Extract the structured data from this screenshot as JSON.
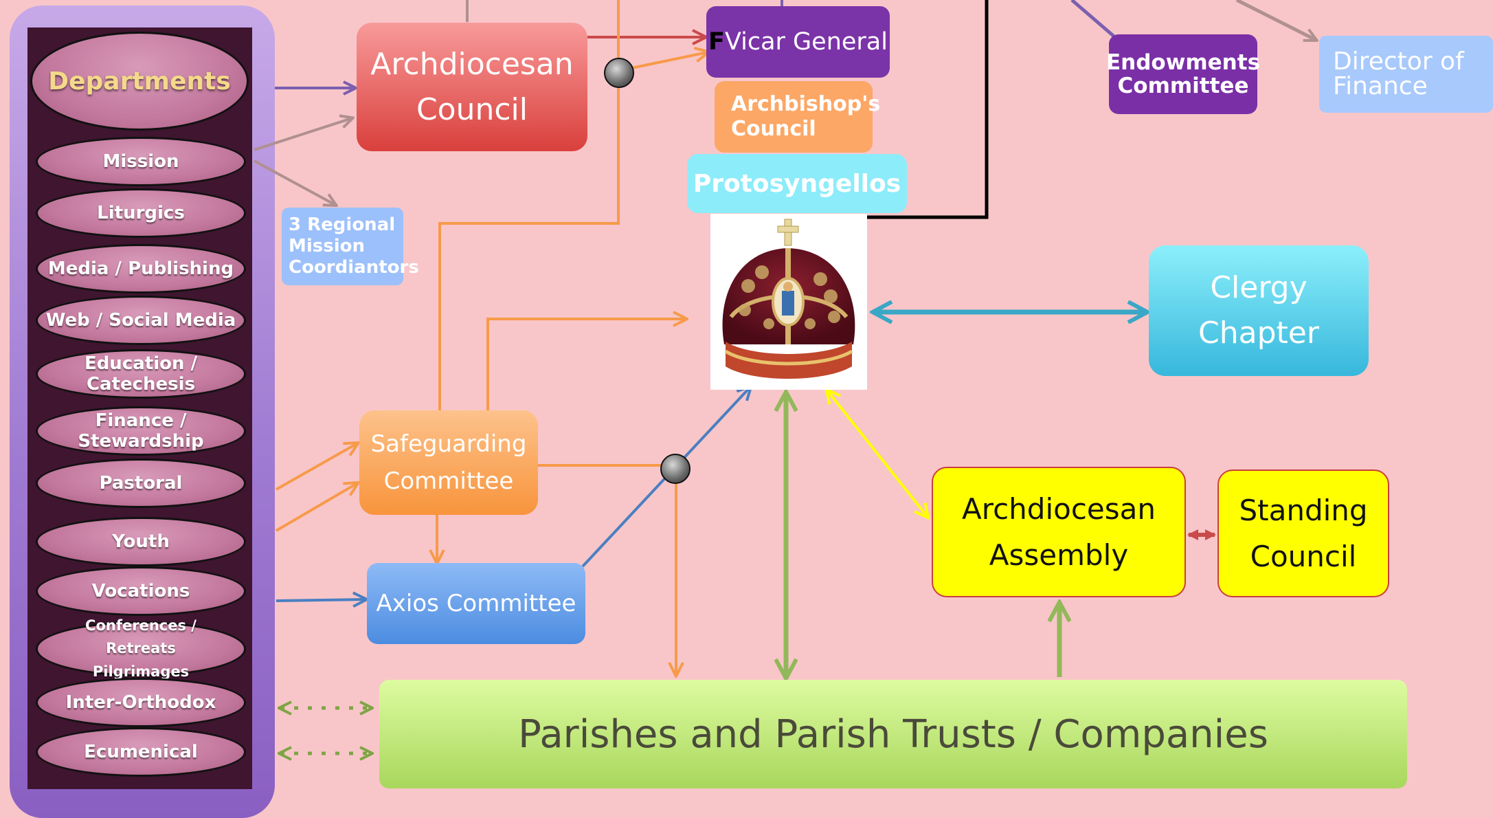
{
  "sidebar": {
    "header": "Departments",
    "items": [
      "Mission",
      "Liturgics",
      "Media / Publishing",
      "Web / Social Media",
      "Education / Catechesis",
      "Finance / Stewardship",
      "Pastoral",
      "Youth",
      "Vocations",
      "Conferences / Retreats Pilgrimages",
      "Inter-Orthodox",
      "Ecumenical"
    ]
  },
  "nodes": {
    "archdiocesan_council_line1": "Archdiocesan",
    "archdiocesan_council_line2": "Council",
    "vicar_general_prefix": "F",
    "vicar_general": "Vicar General",
    "archbishops_council_line1": "Archbishop's",
    "archbishops_council_line2": "Council",
    "protosyngellos": "Protosyngellos",
    "endowments_line1": "Endowments",
    "endowments_line2": "Committee",
    "director_finance_line1": "Director of",
    "director_finance_line2": "Finance",
    "regional_line1": "3 Regional",
    "regional_line2": "Mission",
    "regional_line3": "Coordiantors",
    "clergy_line1": "Clergy",
    "clergy_line2": "Chapter",
    "safeguarding_line1": "Safeguarding",
    "safeguarding_line2": "Committee",
    "axios": "Axios Committee",
    "assembly_line1": "Archdiocesan",
    "assembly_line2": "Assembly",
    "standing_line1": "Standing",
    "standing_line2": "Council",
    "parishes": "Parishes and Parish Trusts / Companies"
  },
  "colors": {
    "background": "#f8c6c9",
    "orange_arrow": "#f79a4a",
    "purple_arrow": "#7b5fb0",
    "blue_arrow": "#4a7fc1",
    "teal_arrow": "#3aa7c6",
    "green_arrow": "#92b85a",
    "yellow_arrow": "#ffff00",
    "red_arrow": "#c94a4a"
  },
  "images": {
    "crown": "bishops-mitre-image"
  }
}
